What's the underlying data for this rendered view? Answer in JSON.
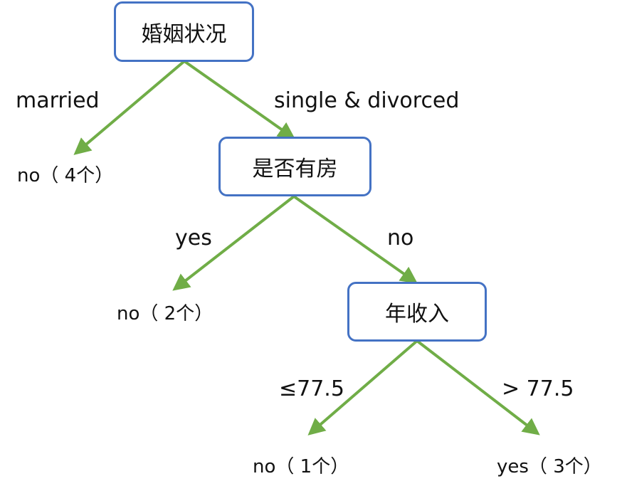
{
  "colors": {
    "edge": "#70ad47",
    "node_border": "#4472c4",
    "text": "#111111"
  },
  "nodes": {
    "root": "婚姻状况",
    "house": "是否有房",
    "income": "年收入"
  },
  "edge_labels": {
    "married": "married",
    "single_divorced": "single & divorced",
    "yes": "yes",
    "no": "no",
    "le": "≤77.5",
    "gt": "> 77.5"
  },
  "leaves": {
    "married": "no（ 4个）",
    "house_yes": "no（ 2个）",
    "income_le": "no（ 1个）",
    "income_gt": "yes（ 3个）"
  }
}
